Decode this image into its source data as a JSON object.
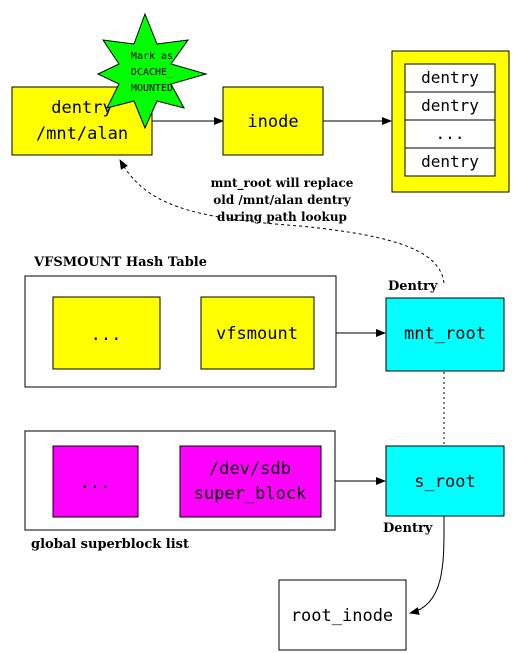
{
  "star_label": [
    "Mark as",
    "DCACHE_",
    "MOUNTED"
  ],
  "dentry_alan": [
    "dentry",
    "/mnt/alan"
  ],
  "inode": "inode",
  "dentry_list": [
    "dentry",
    "dentry",
    "...",
    "dentry"
  ],
  "note": [
    "mnt_root will replace",
    "old /mnt/alan dentry",
    "during path lookup"
  ],
  "vfsmount_table_title": "VFSMOUNT Hash Table",
  "vfsmount_items": [
    "...",
    "vfsmount"
  ],
  "mnt_root_caption": "Dentry",
  "mnt_root": "mnt_root",
  "superblock_items": [
    "...",
    "/dev/sdb",
    "super_block"
  ],
  "superblock_list_title": "global superblock list",
  "s_root": "s_root",
  "s_root_caption": "Dentry",
  "root_inode": "root_inode",
  "colors": {
    "yellow": "#ffff00",
    "cyan": "#00ffff",
    "magenta": "#ff00ff",
    "green": "#00ff00",
    "line": "#000000"
  }
}
